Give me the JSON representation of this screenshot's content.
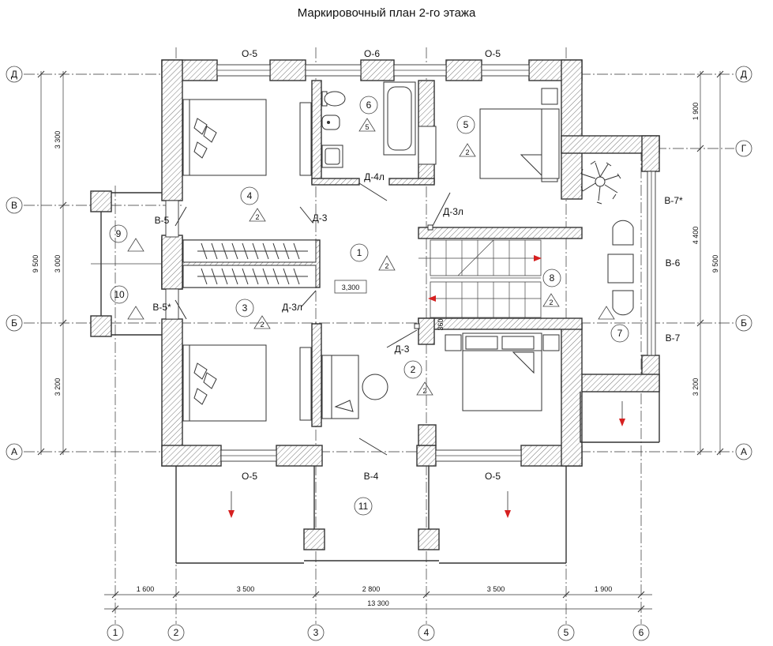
{
  "title": "Маркировочный план 2-го этажа",
  "axes_letters": [
    "Д",
    "Г",
    "В",
    "Б",
    "А"
  ],
  "axes_numbers": [
    "1",
    "2",
    "3",
    "4",
    "5",
    "6"
  ],
  "dims_left": [
    "3 300",
    "3 000",
    "3 200"
  ],
  "dim_left_total": "9 500",
  "dims_right": [
    "1 900",
    "4 400",
    "3 200"
  ],
  "dim_right_total": "9 500",
  "dims_bottom": [
    "1 600",
    "3 500",
    "2 800",
    "3 500",
    "1 900"
  ],
  "dim_bottom_total": "13 300",
  "windows": {
    "o5": "О-5",
    "o6": "О-6",
    "b4": "В-4",
    "b5": "В-5",
    "b5s": "В-5*",
    "b6": "В-6",
    "b7": "В-7",
    "b7s": "В-7*"
  },
  "doors": {
    "d3": "Д-3",
    "d3l": "Д-3л",
    "d4l": "Д-4л"
  },
  "rooms": [
    "1",
    "2",
    "3",
    "4",
    "5",
    "6",
    "7",
    "8",
    "9",
    "10",
    "11"
  ],
  "finish": {
    "t2": "2",
    "t5": "5"
  },
  "level": "3,300",
  "stair_dim": "360"
}
